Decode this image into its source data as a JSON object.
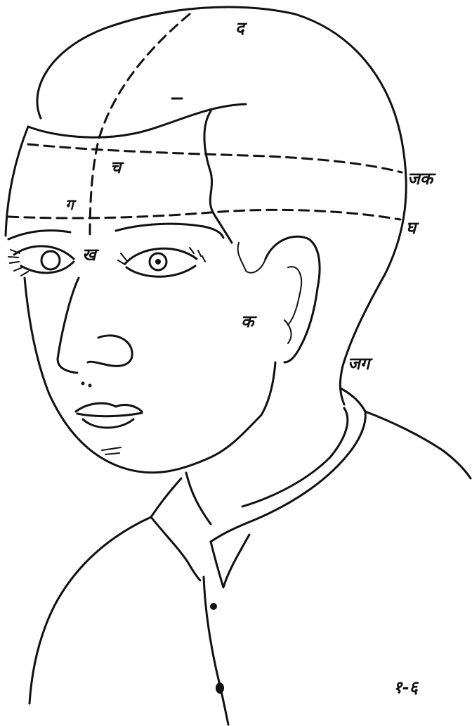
{
  "labels": {
    "top": "द",
    "forehead_center": "च",
    "temple_right": "जक",
    "left_brow": "ग",
    "right_back": "घ",
    "between_eyes": "ख",
    "cheek": "क",
    "neck": "जग",
    "figure_number": "१-६"
  },
  "colors": {
    "ink": "#111111",
    "paper": "#ffffff"
  }
}
